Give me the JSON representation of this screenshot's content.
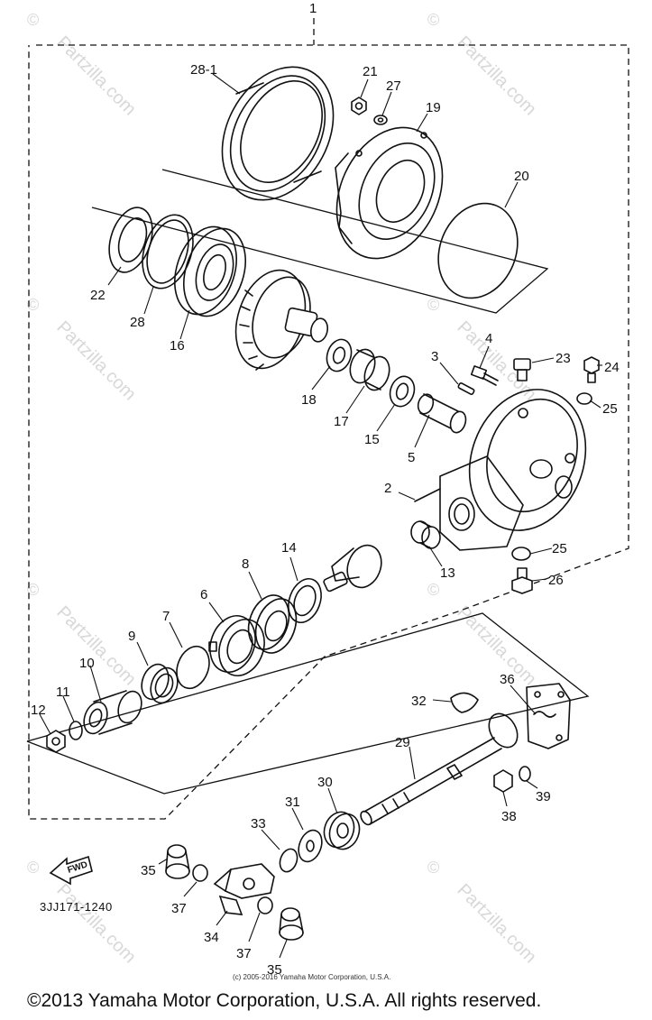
{
  "assembly_callout": "1",
  "callouts": [
    {
      "id": "c28-1",
      "label": "28-1"
    },
    {
      "id": "c21",
      "label": "21"
    },
    {
      "id": "c27",
      "label": "27"
    },
    {
      "id": "c19",
      "label": "19"
    },
    {
      "id": "c20",
      "label": "20"
    },
    {
      "id": "c22",
      "label": "22"
    },
    {
      "id": "c28",
      "label": "28"
    },
    {
      "id": "c16",
      "label": "16"
    },
    {
      "id": "c18",
      "label": "18"
    },
    {
      "id": "c17",
      "label": "17"
    },
    {
      "id": "c15",
      "label": "15"
    },
    {
      "id": "c5",
      "label": "5"
    },
    {
      "id": "c3",
      "label": "3"
    },
    {
      "id": "c4",
      "label": "4"
    },
    {
      "id": "c23",
      "label": "23"
    },
    {
      "id": "c24",
      "label": "24"
    },
    {
      "id": "c25a",
      "label": "25"
    },
    {
      "id": "c25b",
      "label": "25"
    },
    {
      "id": "c2",
      "label": "2"
    },
    {
      "id": "c13",
      "label": "13"
    },
    {
      "id": "c26",
      "label": "26"
    },
    {
      "id": "c14",
      "label": "14"
    },
    {
      "id": "c8",
      "label": "8"
    },
    {
      "id": "c6",
      "label": "6"
    },
    {
      "id": "c7",
      "label": "7"
    },
    {
      "id": "c9",
      "label": "9"
    },
    {
      "id": "c10",
      "label": "10"
    },
    {
      "id": "c11",
      "label": "11"
    },
    {
      "id": "c12",
      "label": "12"
    },
    {
      "id": "c36",
      "label": "36"
    },
    {
      "id": "c32",
      "label": "32"
    },
    {
      "id": "c29",
      "label": "29"
    },
    {
      "id": "c30",
      "label": "30"
    },
    {
      "id": "c31",
      "label": "31"
    },
    {
      "id": "c33",
      "label": "33"
    },
    {
      "id": "c38",
      "label": "38"
    },
    {
      "id": "c39",
      "label": "39"
    },
    {
      "id": "c35a",
      "label": "35"
    },
    {
      "id": "c37a",
      "label": "37"
    },
    {
      "id": "c34",
      "label": "34"
    },
    {
      "id": "c37b",
      "label": "37"
    },
    {
      "id": "c35b",
      "label": "35"
    }
  ],
  "fwd_label": "FWD",
  "drawing_code": "3JJ171-1240",
  "watermark_text": "Partzilla.com",
  "watermark_symbol": "©",
  "small_copyright": "(c) 2005-2016 Yamaha Motor Corporation, U.S.A.",
  "copyright": "©2013 Yamaha Motor Corporation, U.S.A. All rights reserved."
}
